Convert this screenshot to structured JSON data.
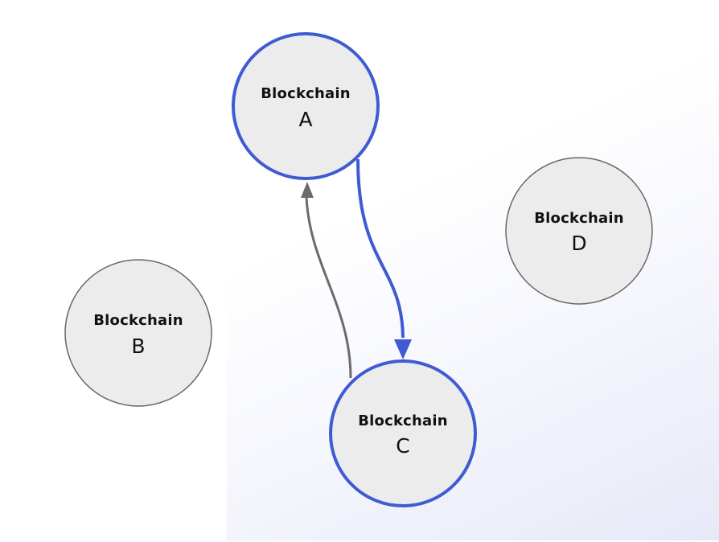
{
  "diagram": {
    "colors": {
      "node_fill": "#ececec",
      "node_stroke_default": "#666666",
      "node_stroke_active": "#3f5bd1",
      "edge_active": "#3f5bd1",
      "edge_default": "#6c6a6d",
      "text": "#111111"
    },
    "nodes": [
      {
        "id": "A",
        "title": "Blockchain",
        "letter": "A",
        "active": true
      },
      {
        "id": "B",
        "title": "Blockchain",
        "letter": "B",
        "active": false
      },
      {
        "id": "C",
        "title": "Blockchain",
        "letter": "C",
        "active": true
      },
      {
        "id": "D",
        "title": "Blockchain",
        "letter": "D",
        "active": false
      }
    ],
    "edges": [
      {
        "from": "A",
        "to": "C",
        "active": true
      },
      {
        "from": "C",
        "to": "A",
        "active": false
      }
    ]
  }
}
